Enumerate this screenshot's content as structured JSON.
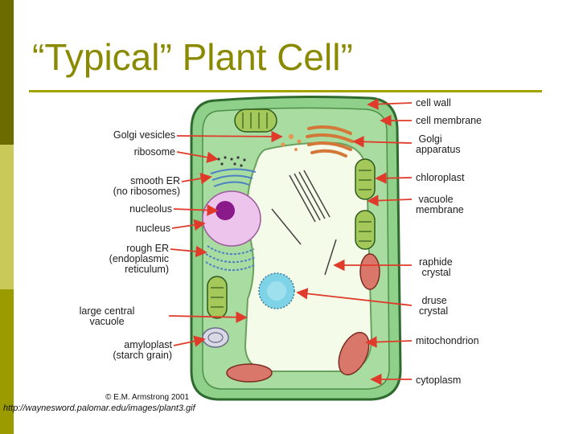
{
  "slide": {
    "title": "“Typical” Plant Cell”",
    "source_url": "http://waynesword.palomar.edu/images/plant3.gif",
    "accent_colors": {
      "dark_olive": "#6b6b00",
      "olive": "#9b9b00",
      "light_olive": "#c9c95a",
      "title_olive": "#8a8a00"
    }
  },
  "diagram": {
    "credit": "© E.M. Armstrong 2001",
    "labels_left": [
      "Golgi vesicles",
      "ribosome",
      "smooth ER\n(no ribosomes)",
      "nucleolus",
      "nucleus",
      "rough ER\n(endoplasmic\nreticulum)",
      "large central\nvacuole",
      "amyloplast\n(starch grain)"
    ],
    "labels_right": [
      "cell wall",
      "cell membrane",
      "Golgi\napparatus",
      "chloroplast",
      "vacuole\nmembrane",
      "raphide\ncrystal",
      "druse\ncrystal",
      "mitochondrion",
      "cytoplasm"
    ],
    "arrow_color": "#e03a2a"
  }
}
